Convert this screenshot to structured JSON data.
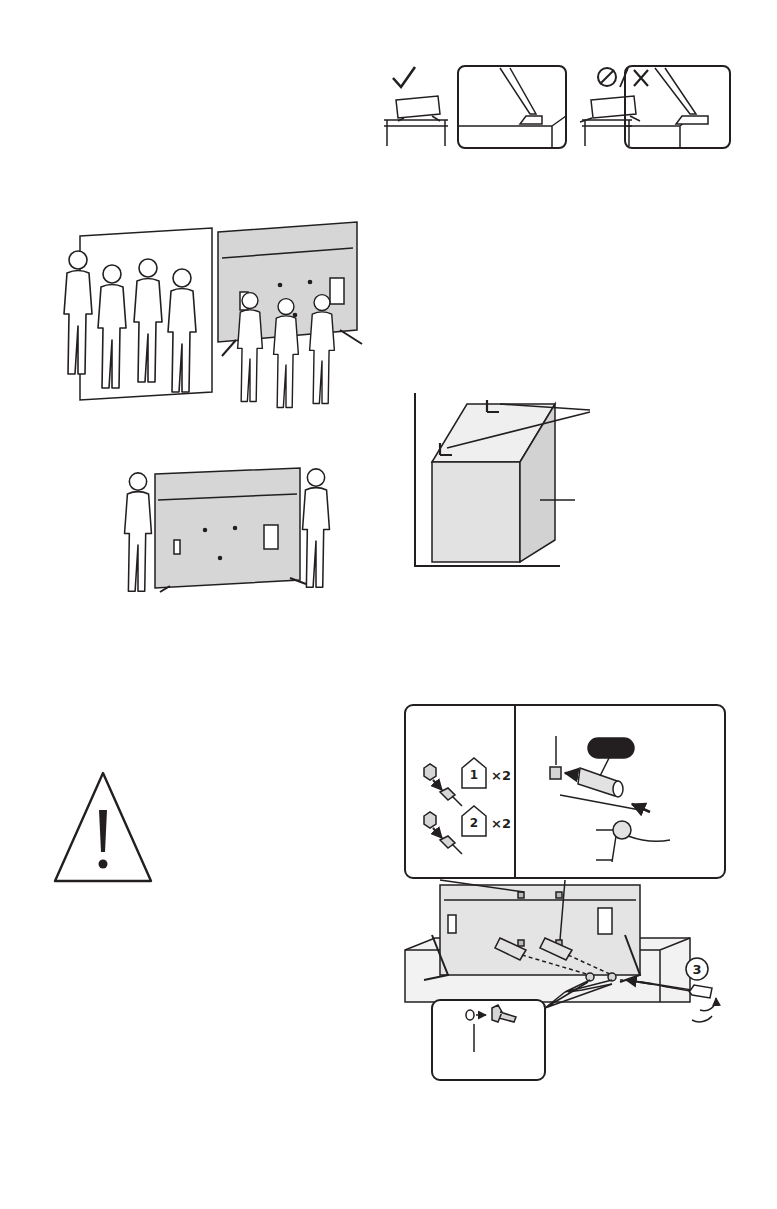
{
  "diagram": {
    "labels": [
      "1",
      "×2",
      "2",
      "×2",
      "3"
    ]
  }
}
